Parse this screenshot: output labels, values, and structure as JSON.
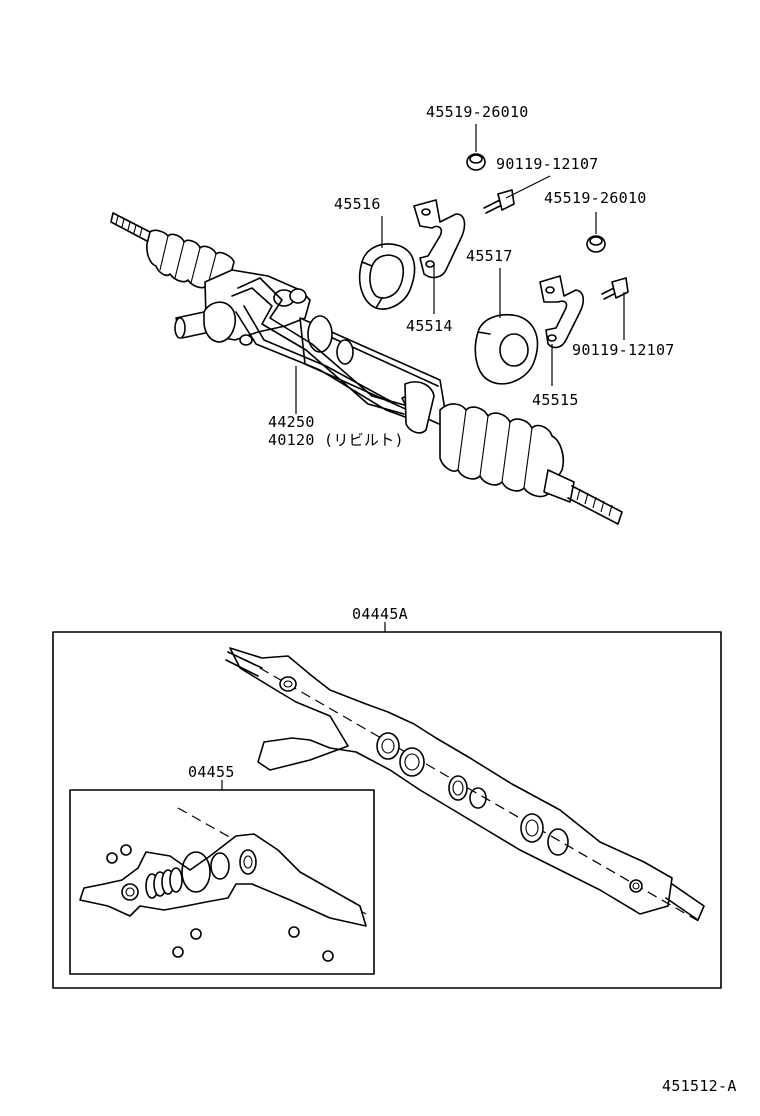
{
  "labels": {
    "p45519_top": "45519-26010",
    "p90119_top": "90119-12107",
    "p45516": "45516",
    "p45519_mid": "45519-26010",
    "p45517": "45517",
    "p45514": "45514",
    "p90119_bottom": "90119-12107",
    "p45515": "45515",
    "p44250": "44250",
    "p40120": "40120 (リビルト)",
    "p04445A": "04445A",
    "p04455": "04455",
    "figure_code": "451512-A"
  },
  "colors": {
    "line": "#000000",
    "background": "#ffffff"
  }
}
